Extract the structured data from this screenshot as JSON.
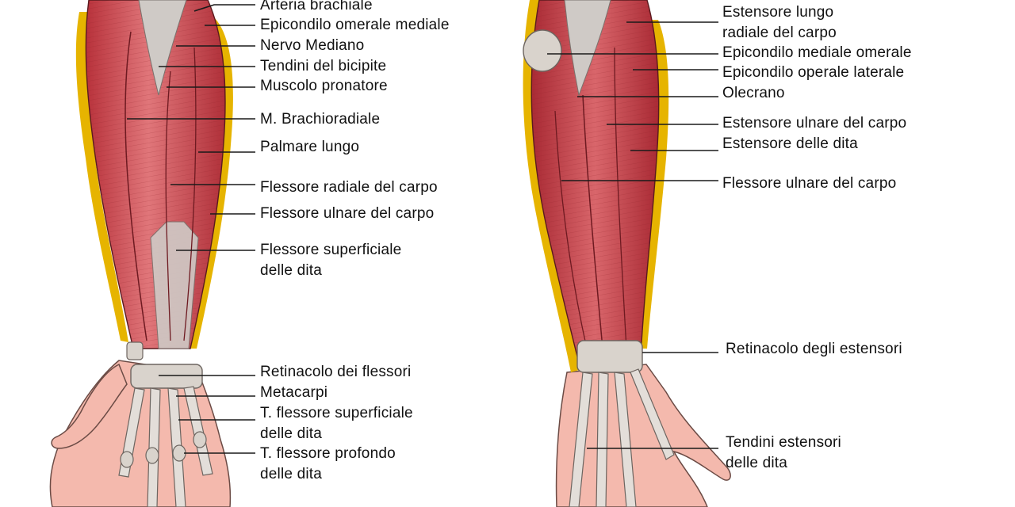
{
  "colors": {
    "muscle": "#c9434a",
    "muscle_light": "#e07a7c",
    "muscle_dark": "#9e2b33",
    "tendon": "#cfcac6",
    "bone": "#d9d3cc",
    "fat": "#e6b400",
    "skin": "#f4b9ad",
    "leader": "#1a1a1a"
  },
  "diagram": {
    "anterior_labels": [
      {
        "id": "arteria-brachiale",
        "lines": [
          "Arteria brachiale"
        ]
      },
      {
        "id": "epicondilo-omerale-mediale",
        "lines": [
          "Epicondilo omerale mediale"
        ]
      },
      {
        "id": "nervo-mediano",
        "lines": [
          "Nervo Mediano"
        ]
      },
      {
        "id": "tendini-bicipite",
        "lines": [
          "Tendini del bicipite"
        ]
      },
      {
        "id": "muscolo-pronatore",
        "lines": [
          "Muscolo pronatore"
        ]
      },
      {
        "id": "brachioradiale",
        "lines": [
          "M. Brachioradiale"
        ]
      },
      {
        "id": "palmare-lungo",
        "lines": [
          "Palmare lungo"
        ]
      },
      {
        "id": "flessore-radiale-carpo",
        "lines": [
          "Flessore radiale del carpo"
        ]
      },
      {
        "id": "flessore-ulnare-carpo-ant",
        "lines": [
          "Flessore ulnare del carpo"
        ]
      },
      {
        "id": "flessore-superficiale-dita",
        "lines": [
          "Flessore superficiale",
          "delle dita"
        ]
      },
      {
        "id": "retinacolo-flessori",
        "lines": [
          "Retinacolo dei flessori"
        ]
      },
      {
        "id": "metacarpi",
        "lines": [
          "Metacarpi"
        ]
      },
      {
        "id": "t-flessore-superficiale",
        "lines": [
          "T. flessore superficiale",
          "delle dita"
        ]
      },
      {
        "id": "t-flessore-profondo",
        "lines": [
          "T. flessore profondo",
          "delle dita"
        ]
      }
    ],
    "posterior_labels": [
      {
        "id": "estensore-lungo-radiale",
        "lines": [
          "Estensore lungo",
          "radiale del carpo"
        ]
      },
      {
        "id": "epicondilo-mediale-omerale",
        "lines": [
          "Epicondilo mediale omerale"
        ]
      },
      {
        "id": "epicondilo-operale-laterale",
        "lines": [
          "Epicondilo operale laterale"
        ]
      },
      {
        "id": "olecrano",
        "lines": [
          "Olecrano"
        ]
      },
      {
        "id": "estensore-ulnare-carpo",
        "lines": [
          "Estensore ulnare del carpo"
        ]
      },
      {
        "id": "estensore-dita",
        "lines": [
          "Estensore delle dita"
        ]
      },
      {
        "id": "flessore-ulnare-carpo-post",
        "lines": [
          "Flessore ulnare del carpo"
        ]
      },
      {
        "id": "retinacolo-estensori",
        "lines": [
          "Retinacolo degli estensori"
        ]
      },
      {
        "id": "tendini-estensori",
        "lines": [
          "Tendini estensori",
          "delle dita"
        ]
      }
    ]
  }
}
